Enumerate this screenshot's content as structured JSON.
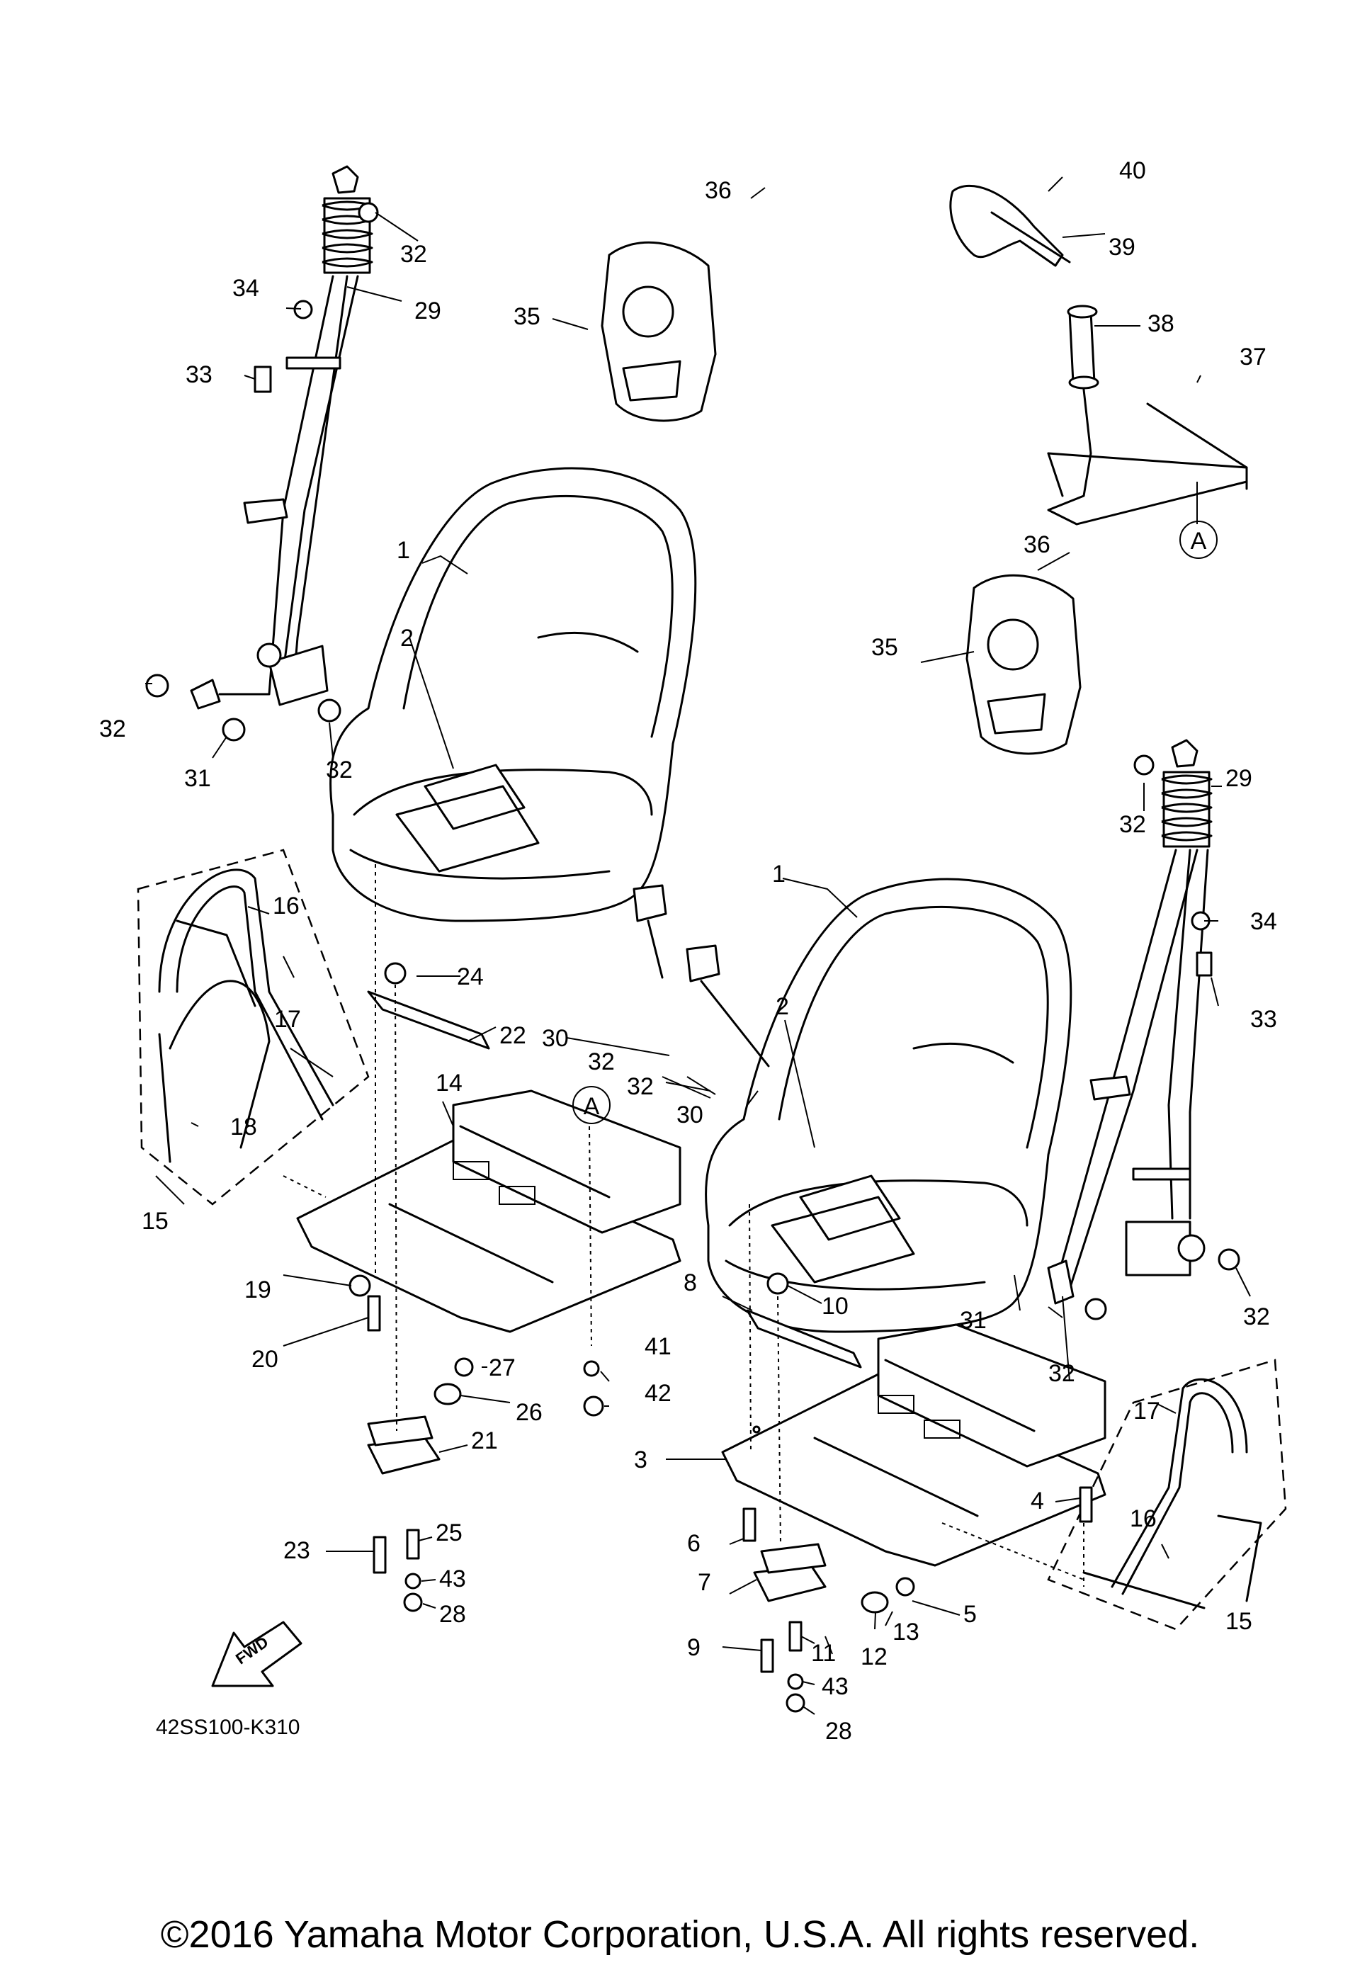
{
  "diagram_code": "42SS100-K310",
  "copyright": "©2016 Yamaha Motor Corporation, U.S.A. All rights reserved.",
  "fwd_label": "FWD",
  "ref_marker": "A",
  "callouts": {
    "c1a": "1",
    "c2a": "2",
    "c1b": "1",
    "c2b": "2",
    "c3": "3",
    "c4": "4",
    "c5": "5",
    "c6": "6",
    "c7": "7",
    "c8": "8",
    "c9": "9",
    "c10": "10",
    "c11": "11",
    "c12": "12",
    "c13": "13",
    "c14": "14",
    "c15a": "15",
    "c15b": "15",
    "c16a": "16",
    "c16b": "16",
    "c17a": "17",
    "c17b": "17",
    "c18": "18",
    "c19": "19",
    "c20": "20",
    "c21": "21",
    "c22": "22",
    "c23": "23",
    "c24": "24",
    "c25": "25",
    "c26": "26",
    "c27": "27",
    "c28a": "28",
    "c28b": "28",
    "c29a": "29",
    "c29b": "29",
    "c30a": "30",
    "c30b": "30",
    "c31a": "31",
    "c31b": "31",
    "c32a": "32",
    "c32b": "32",
    "c32c": "32",
    "c32d": "32",
    "c32e": "32",
    "c32f": "32",
    "c32g": "32",
    "c33a": "33",
    "c33b": "33",
    "c34a": "34",
    "c34b": "34",
    "c35a": "35",
    "c35b": "35",
    "c36a": "36",
    "c36b": "36",
    "c37": "37",
    "c38": "38",
    "c39": "39",
    "c40": "40",
    "c41": "41",
    "c42": "42",
    "c43a": "43",
    "c43b": "43"
  }
}
